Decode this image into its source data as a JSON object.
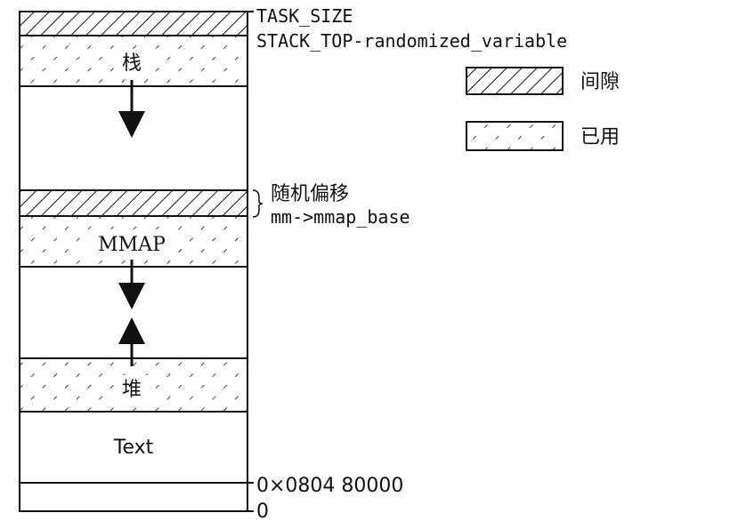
{
  "regions": {
    "stack_label": "栈",
    "mmap_label": "MMAP",
    "heap_label": "堆",
    "text_label": "Text"
  },
  "annotations": {
    "task_size": "TASK_SIZE",
    "stack_top": "STACK_TOP-randomized_variable",
    "random_offset": "随机偏移",
    "mmap_base": "mm->mmap_base",
    "text_start": "0×0804 80000",
    "zero": "0"
  },
  "legend": {
    "gap": "间隙",
    "used": "已用"
  }
}
